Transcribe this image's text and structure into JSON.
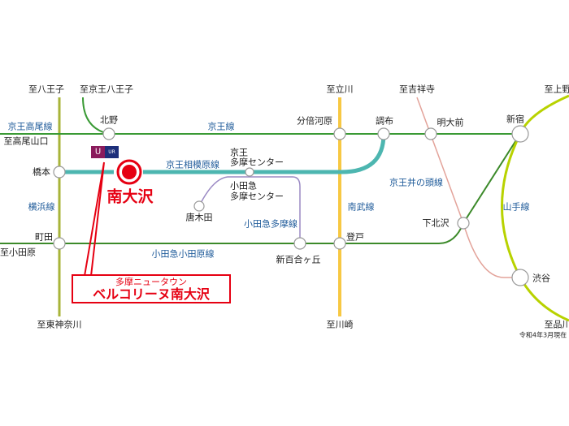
{
  "colors": {
    "keio": "#3a9a35",
    "sagamihara": "#4db6b0",
    "odakyu": "#3c8a2a",
    "odakyu_tama": "#9b8ac4",
    "yokohama": "#a8b43a",
    "nambu": "#f7c843",
    "inokashira": "#e3a39a",
    "yamanote": "#b8d200",
    "highlight": "#e60012"
  },
  "destinations": {
    "hachioji": "至八王子",
    "keio_hachioji": "至京王八王子",
    "takaosanguchi": "至高尾山口",
    "tachikawa": "至立川",
    "kichijoji": "至吉祥寺",
    "ueno": "至上野",
    "odawara": "至小田原",
    "higashikanagawa": "至東神奈川",
    "kawasaki": "至川崎",
    "shinagawa": "至品川"
  },
  "lines": {
    "keio_takao": "京王高尾線",
    "keio": "京王線",
    "sagamihara": "京王相模原線",
    "yokohama": "横浜線",
    "odakyu_tama": "小田急多摩線",
    "nambu": "南武線",
    "inokashira": "京王井の頭線",
    "yamanote": "山手線",
    "odakyu_odawara": "小田急小田原線"
  },
  "stations": {
    "kitano": "北野",
    "bubaigawara": "分倍河原",
    "chofu": "調布",
    "meidaimae": "明大前",
    "shinjuku": "新宿",
    "hashimoto": "橋本",
    "keio_tama_1": "京王",
    "keio_tama_2": "多摩センター",
    "odakyu_tama_1": "小田急",
    "odakyu_tama_2": "多摩センター",
    "karakida": "唐木田",
    "machida": "町田",
    "shinyurigaoka": "新百合ヶ丘",
    "noborito": "登戸",
    "shimokitazawa": "下北沢",
    "shibuya": "渋谷"
  },
  "highlight_station": "南大沢",
  "callout": {
    "line1": "多摩ニュータウン",
    "line2": "ベルコリーヌ南大沢"
  },
  "logo": {
    "brand": "UR"
  },
  "footnote": "令和4年3月現在"
}
